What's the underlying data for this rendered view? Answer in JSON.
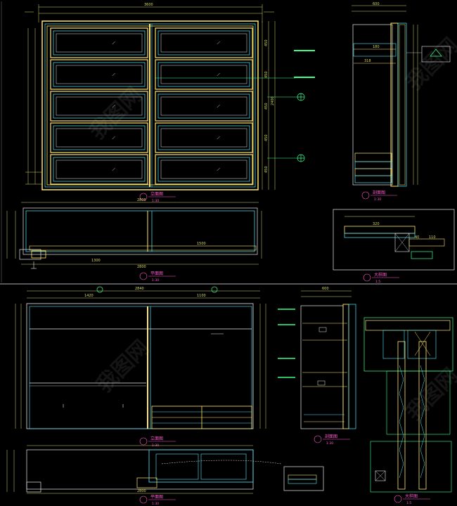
{
  "colors": {
    "background": "#000000",
    "yellow": "#ffe66a",
    "cyan": "#4fe8ff",
    "white": "#e8e8e8",
    "green": "#3cff8c",
    "magenta": "#ff5ad0",
    "dim_yellow": "#d8d86a",
    "gray": "#7a7a7a"
  },
  "watermark": "我图网",
  "views": [
    {
      "label": "立面图",
      "scale": "1:30"
    },
    {
      "label": "剖面图",
      "scale": "1:30"
    },
    {
      "label": "平面图",
      "scale": "1:30"
    },
    {
      "label": "大样图",
      "scale": "1:5"
    },
    {
      "label": "立面图",
      "scale": "1:30"
    },
    {
      "label": "剖面图",
      "scale": "1:30"
    },
    {
      "label": "平面图",
      "scale": "1:30"
    },
    {
      "label": "大样图",
      "scale": "1:5"
    }
  ],
  "dims": {
    "top_overall": "3600",
    "top_right_width": "600",
    "plan1_overall": "2800",
    "plan1_inner": "2800",
    "plan1_right": "1500",
    "plan1_left": "1300",
    "elev2_overall": "2840",
    "elev2_left": "1420",
    "elev2_right": "1100",
    "sec2_width": "600",
    "plan2_overall": "2800",
    "row_heights": [
      "450",
      "450",
      "450",
      "450",
      "450"
    ],
    "right_height": "2400",
    "detail_a": "40",
    "detail_b": "320",
    "detail_c": "110",
    "sec_a": "600",
    "sec_b": "318",
    "sec_c": "180"
  }
}
